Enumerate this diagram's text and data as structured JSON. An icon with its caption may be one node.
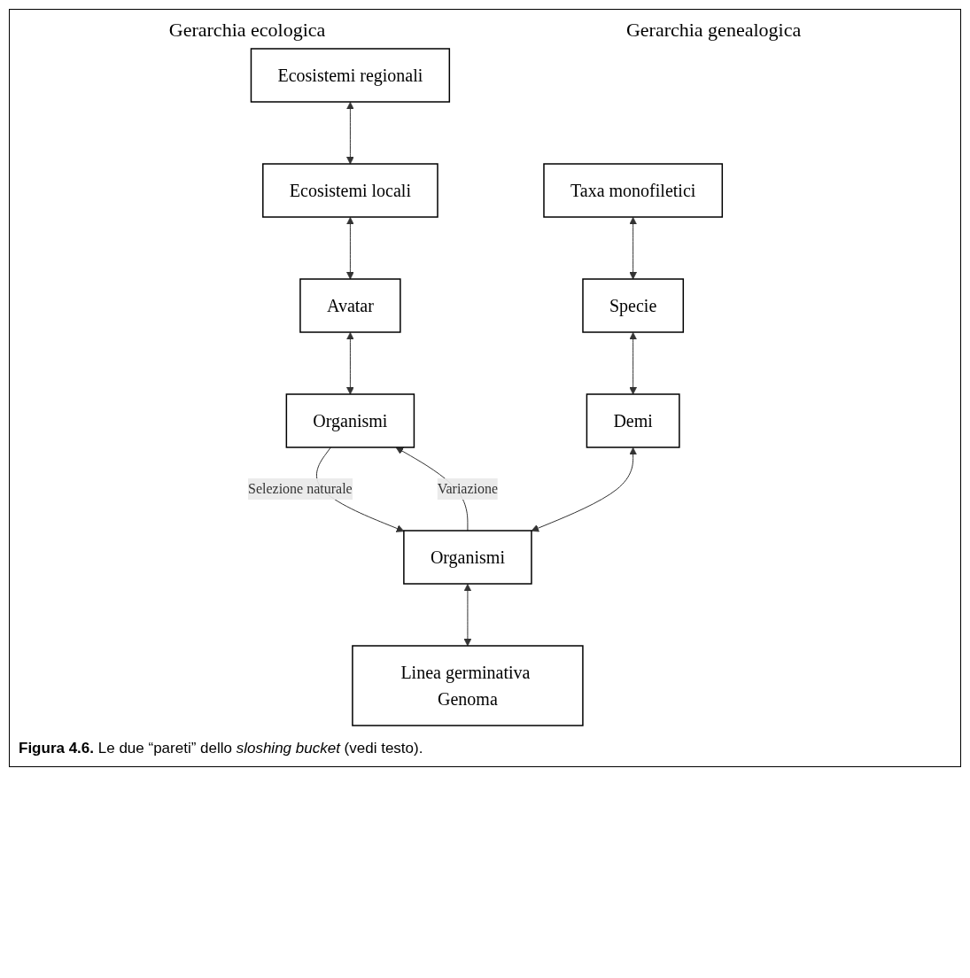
{
  "diagram": {
    "caption": "**Figura 4.6.** Le due “pareti” dello *sloshing bucket* (vedi testo).",
    "nodes": [
      {
        "text": [
          "Ecosistemi regionali"
        ]
      },
      {
        "text": [
          "Ecosistemi locali"
        ]
      },
      {
        "text": [
          "Avatar"
        ]
      },
      {
        "text": [
          "Organismi"
        ]
      },
      {
        "text": [
          "Taxa monofiletici"
        ]
      },
      {
        "text": [
          "Specie"
        ]
      },
      {
        "text": [
          "Demi"
        ]
      },
      {
        "text": [
          "Organismi"
        ]
      },
      {
        "text": [
          "Linea germinativa Genoma"
        ]
      }
    ],
    "edges": [
      {
        "from": 0,
        "to": 1,
        "arrow": "both"
      },
      {
        "from": 1,
        "to": 2,
        "arrow": "both"
      },
      {
        "from": 2,
        "to": 3,
        "arrow": "both"
      },
      {
        "from": 3,
        "to": 7,
        "arrow": "to",
        "label": "Selezione naturale"
      },
      {
        "from": 7,
        "to": 3,
        "arrow": "to",
        "label": "Variazione"
      },
      {
        "from": 4,
        "to": 5,
        "arrow": "both"
      },
      {
        "from": 5,
        "to": 6,
        "arrow": "both"
      },
      {
        "from": 6,
        "to": 7,
        "arrow": "both"
      },
      {
        "from": 7,
        "to": 8,
        "arrow": "both"
      }
    ],
    "labels": [
      "Gerarchia ecologica",
      "Gerarchia genealogica"
    ]
  }
}
